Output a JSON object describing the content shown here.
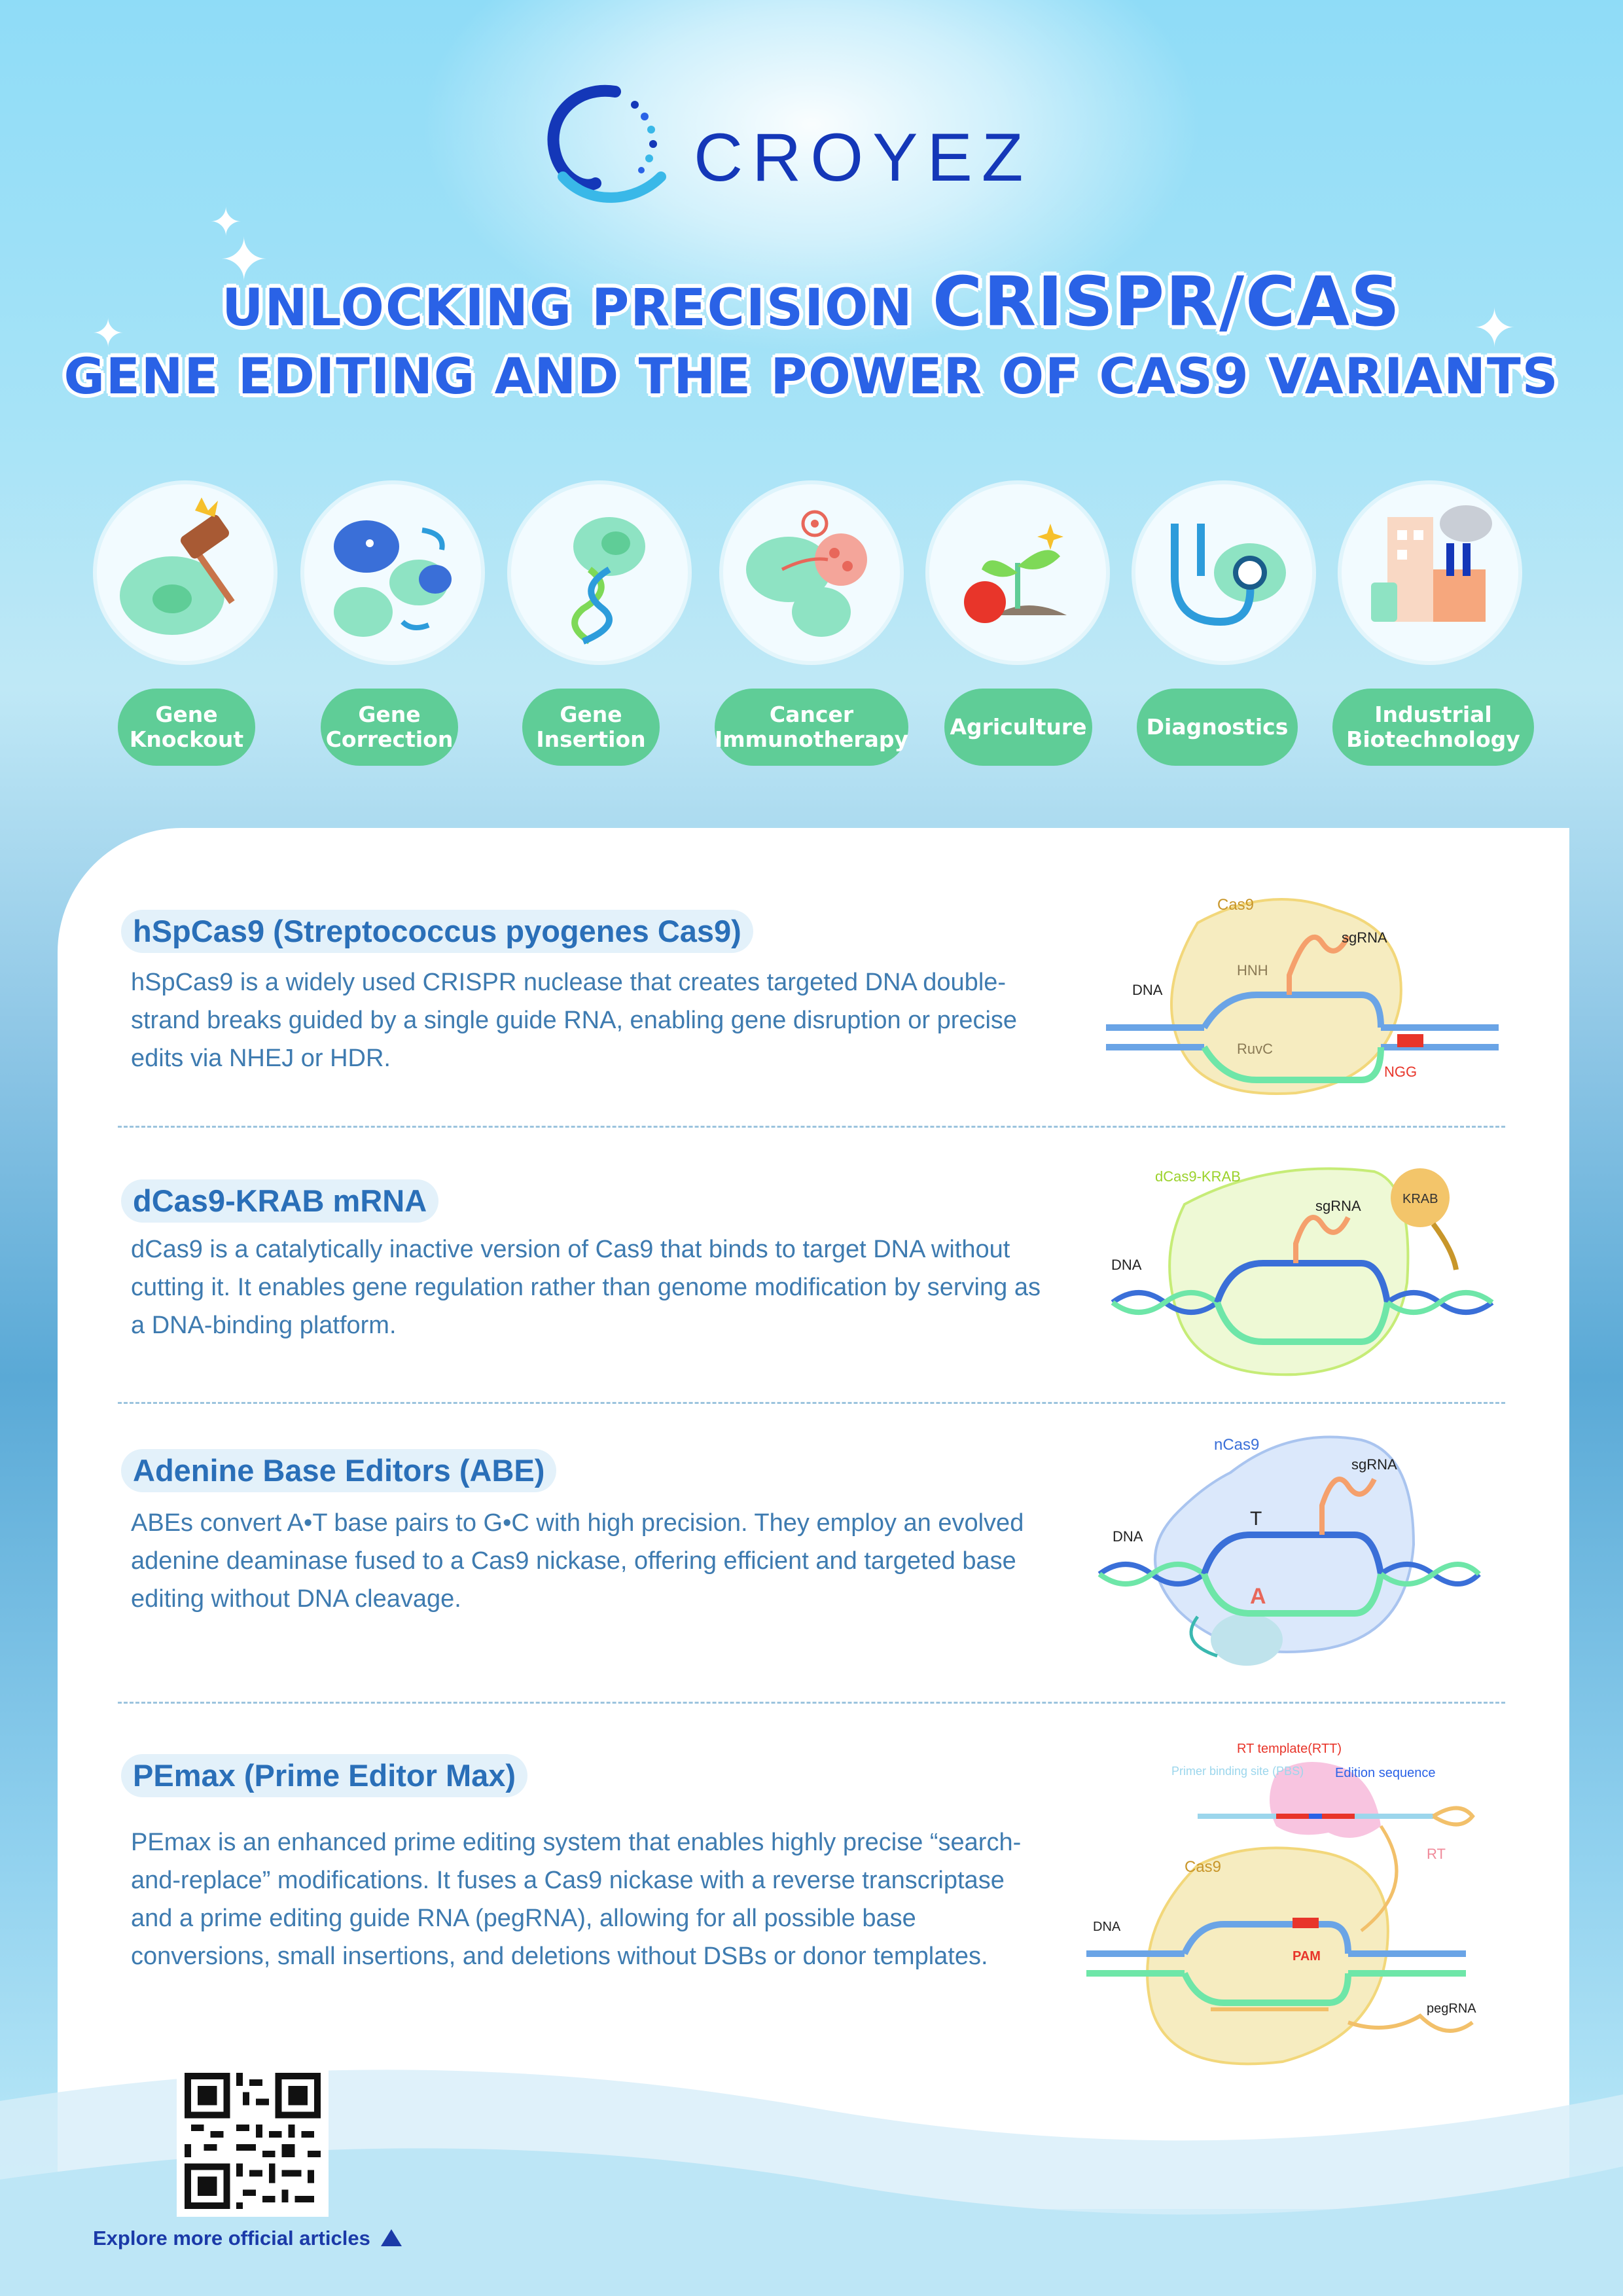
{
  "brand": {
    "name": "CROYEZ",
    "color": "#1437b8"
  },
  "title": {
    "line1_prefix": "UNLOCKING PRECISION ",
    "line1_highlight": "CRISPR/CAS",
    "line2": "GENE EDITING AND THE POWER OF CAS9 VARIANTS"
  },
  "applications": [
    {
      "label": "Gene\nKnockout",
      "icon": "hammer-cell-icon"
    },
    {
      "label": "Gene\nCorrection",
      "icon": "virus-cell-icon"
    },
    {
      "label": "Gene\nInsertion",
      "icon": "dna-helix-icon"
    },
    {
      "label": "Cancer\nImmunotherapy",
      "icon": "target-cell-icon"
    },
    {
      "label": "Agriculture",
      "icon": "plant-apple-icon"
    },
    {
      "label": "Diagnostics",
      "icon": "stethoscope-icon"
    },
    {
      "label": "Industrial\nBiotechnology",
      "icon": "factory-icon"
    }
  ],
  "sections": [
    {
      "heading": "hSpCas9 (Streptococcus pyogenes Cas9)",
      "body": "hSpCas9 is a widely used CRISPR nuclease that creates targeted DNA double-strand breaks guided by a single guide RNA, enabling gene disruption or precise edits via NHEJ or HDR.",
      "diagram_labels": {
        "protein": "Cas9",
        "guide": "sgRNA",
        "dna": "DNA",
        "domain1": "HNH",
        "domain2": "RuvC",
        "pam": "NGG"
      }
    },
    {
      "heading": "dCas9-KRAB mRNA",
      "body": "dCas9 is a catalytically inactive version of Cas9 that binds to target DNA without cutting it. It enables gene regulation rather than genome modification by serving as a DNA-binding platform.",
      "diagram_labels": {
        "protein": "dCas9-KRAB",
        "guide": "sgRNA",
        "dna": "DNA",
        "repressor": "KRAB"
      }
    },
    {
      "heading": "Adenine Base Editors (ABE)",
      "body": "ABEs convert A•T base pairs to G•C with high precision. They employ an evolved adenine deaminase fused to a Cas9 nickase, offering efficient and targeted base editing without DNA cleavage.",
      "diagram_labels": {
        "protein": "nCas9",
        "guide": "sgRNA",
        "dna": "DNA",
        "base_top": "T",
        "base_bottom": "A"
      }
    },
    {
      "heading": "PEmax (Prime Editor Max)",
      "body": "PEmax is an enhanced prime editing system that enables highly precise “search-and-replace” modifications. It fuses a Cas9 nickase with a reverse transcriptase and a prime editing guide RNA (pegRNA), allowing for all possible base conversions, small insertions, and deletions without DSBs or donor templates.",
      "diagram_labels": {
        "rtt": "RT template(RTT)",
        "pbs": "Primer binding site (PBS)",
        "edit": "Edition sequence",
        "rt": "RT",
        "protein": "Cas9",
        "dna": "DNA",
        "pam": "PAM",
        "guide": "pegRNA"
      }
    }
  ],
  "footer": {
    "link_text": "Explore more official articles",
    "qr_icon": "qr-code-icon"
  },
  "colors": {
    "title": "#2a62e6",
    "pill": "#5fcd97",
    "heading": "#2a6fb8",
    "body_text": "#3e7bb0"
  }
}
